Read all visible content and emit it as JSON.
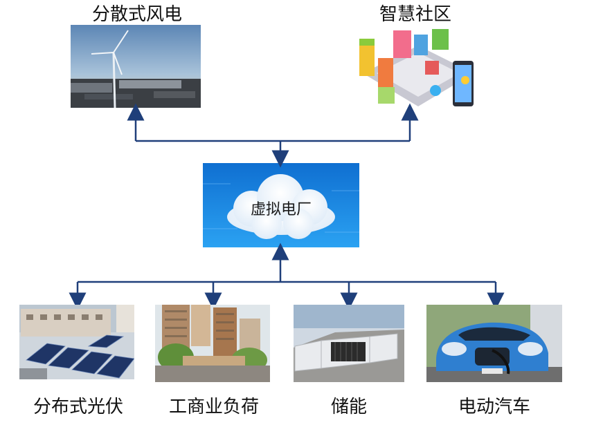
{
  "top_nodes": [
    {
      "label": "分散式风电",
      "icon": "wind-turbine-photo"
    },
    {
      "label": "智慧社区",
      "icon": "smart-city-illustration"
    }
  ],
  "center_node": {
    "label": "虚拟电厂",
    "icon": "cloud-icon"
  },
  "bottom_nodes": [
    {
      "label": "分布式光伏",
      "icon": "solar-panel-photo"
    },
    {
      "label": "工商业负荷",
      "icon": "commercial-building-photo"
    },
    {
      "label": "储能",
      "icon": "energy-storage-photo"
    },
    {
      "label": "电动汽车",
      "icon": "electric-car-photo"
    }
  ],
  "colors": {
    "arrow": "#1f3f7a",
    "cloud_bg": "#1e8ee6"
  }
}
